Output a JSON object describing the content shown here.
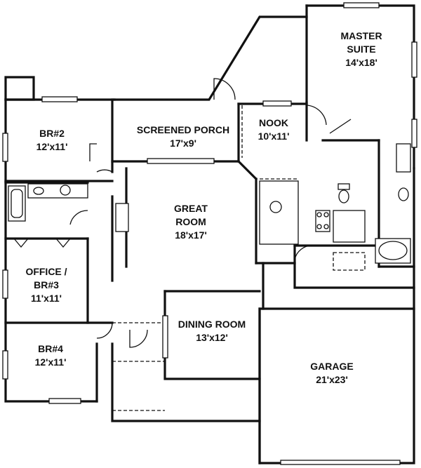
{
  "rooms": {
    "master": {
      "name_line1": "MASTER",
      "name_line2": "SUITE",
      "dims": "14'x18'"
    },
    "br2": {
      "name": "BR#2",
      "dims": "12'x11'"
    },
    "porch": {
      "name": "SCREENED PORCH",
      "dims": "17'x9'"
    },
    "nook": {
      "name": "NOOK",
      "dims": "10'x11'"
    },
    "great": {
      "name_line1": "GREAT",
      "name_line2": "ROOM",
      "dims": "18'x17'"
    },
    "office": {
      "name_line1": "OFFICE /",
      "name_line2": "BR#3",
      "dims": "11'x11'"
    },
    "dining": {
      "name": "DINING ROOM",
      "dims": "13'x12'"
    },
    "br4": {
      "name": "BR#4",
      "dims": "12'x11'"
    },
    "garage": {
      "name": "GARAGE",
      "dims": "21'x23'"
    }
  }
}
